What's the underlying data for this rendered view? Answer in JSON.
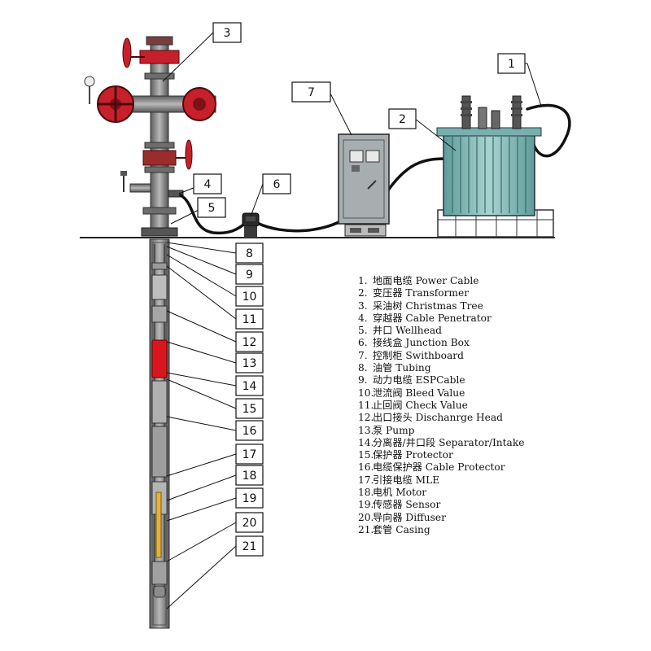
{
  "callouts": [
    {
      "num": "1"
    },
    {
      "num": "2"
    },
    {
      "num": "3"
    },
    {
      "num": "4"
    },
    {
      "num": "5"
    },
    {
      "num": "6"
    },
    {
      "num": "7"
    },
    {
      "num": "8"
    },
    {
      "num": "9"
    },
    {
      "num": "10"
    },
    {
      "num": "11"
    },
    {
      "num": "12"
    },
    {
      "num": "13"
    },
    {
      "num": "14"
    },
    {
      "num": "15"
    },
    {
      "num": "16"
    },
    {
      "num": "17"
    },
    {
      "num": "18"
    },
    {
      "num": "19"
    },
    {
      "num": "20"
    },
    {
      "num": "21"
    }
  ],
  "legend": [
    {
      "num": "1.",
      "text": "地面电缆 Power Cable"
    },
    {
      "num": "2.",
      "text": "变压器 Transformer"
    },
    {
      "num": "3.",
      "text": "采油树 Christmas Tree"
    },
    {
      "num": "4.",
      "text": "穿越器 Cable Penetrator"
    },
    {
      "num": "5.",
      "text": "井口 Wellhead"
    },
    {
      "num": "6.",
      "text": "接线盒 Junction Box"
    },
    {
      "num": "7.",
      "text": "控制柜 Swithboard"
    },
    {
      "num": "8.",
      "text": "油管 Tubing"
    },
    {
      "num": "9.",
      "text": "动力电缆 ESPCable"
    },
    {
      "num": "10.",
      "text": "泄流阀 Bleed Value"
    },
    {
      "num": "11.",
      "text": "止回阀 Check Value"
    },
    {
      "num": "12.",
      "text": "出口接头 Dischanrge Head"
    },
    {
      "num": "13.",
      "text": "泵 Pump"
    },
    {
      "num": "14.",
      "text": "分离器/井口段 Separator/Intake"
    },
    {
      "num": "15.",
      "text": "保护器 Protector"
    },
    {
      "num": "16.",
      "text": "电缆保护器 Cable Protector"
    },
    {
      "num": "17.",
      "text": "引接电缆 MLE"
    },
    {
      "num": "18.",
      "text": "电机 Motor"
    },
    {
      "num": "19.",
      "text": "传感器 Sensor"
    },
    {
      "num": "20.",
      "text": "导向器 Diffuser"
    },
    {
      "num": "21.",
      "text": "套管  Casing"
    }
  ],
  "colors": {
    "valve_red": "#c8202a",
    "pipe_gray": "#8a8a8a",
    "cabinet_gray": "#a8aeb0",
    "transformer_teal": "#86b8b6",
    "pump_red": "#d8161e",
    "sensor_yellow": "#e0b43a"
  }
}
